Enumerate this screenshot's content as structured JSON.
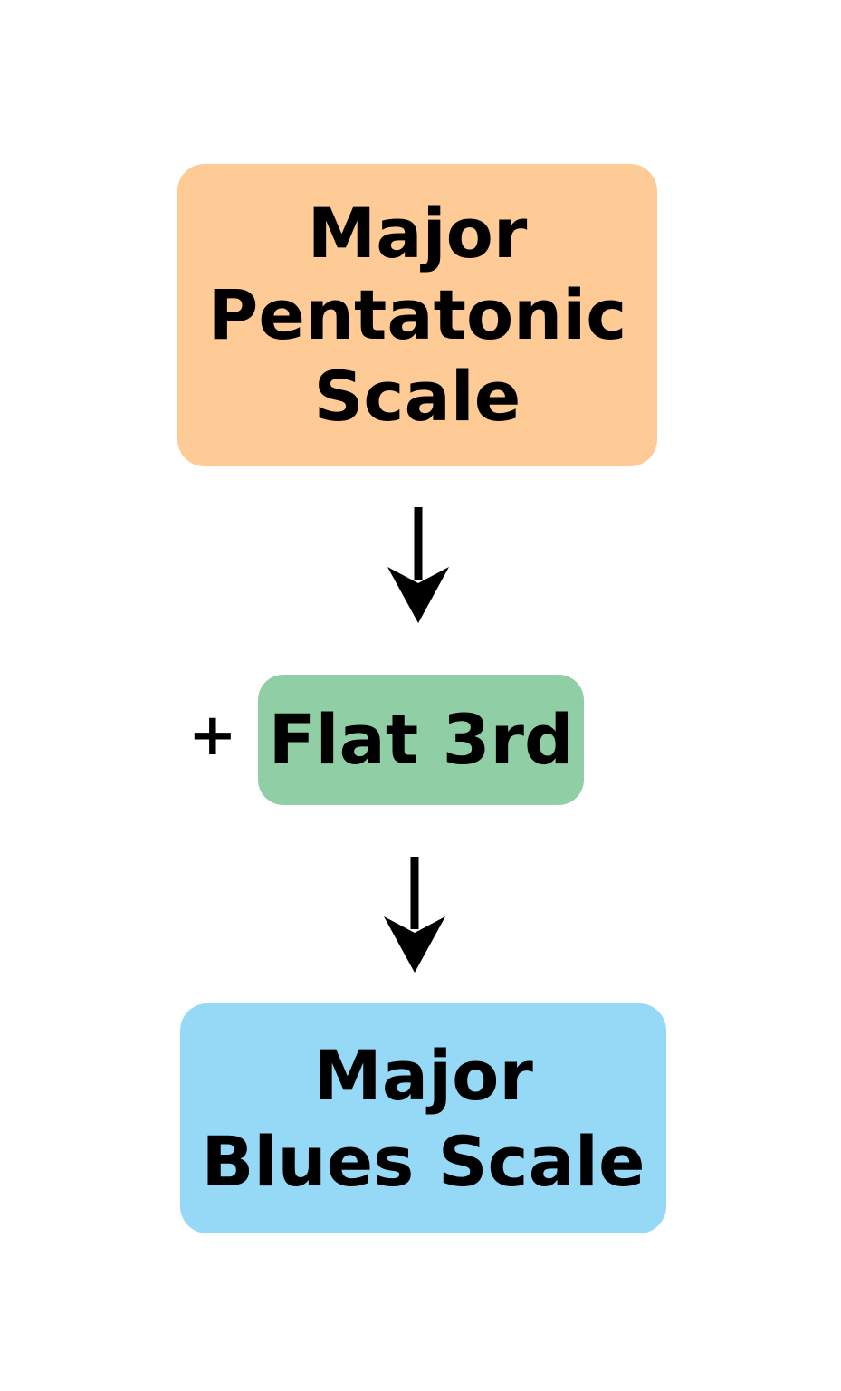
{
  "colors": {
    "top_box": "#FECB96",
    "middle_box": "#90CFA5",
    "bottom_box": "#95D9F7",
    "text": "#000000",
    "background": "#FFFFFF"
  },
  "top_box": {
    "lines": [
      "Major",
      "Pentatonic",
      "Scale"
    ]
  },
  "operator": "+",
  "middle_box": {
    "lines": [
      "Flat 3rd"
    ]
  },
  "bottom_box": {
    "lines": [
      "Major",
      "Blues Scale"
    ]
  }
}
